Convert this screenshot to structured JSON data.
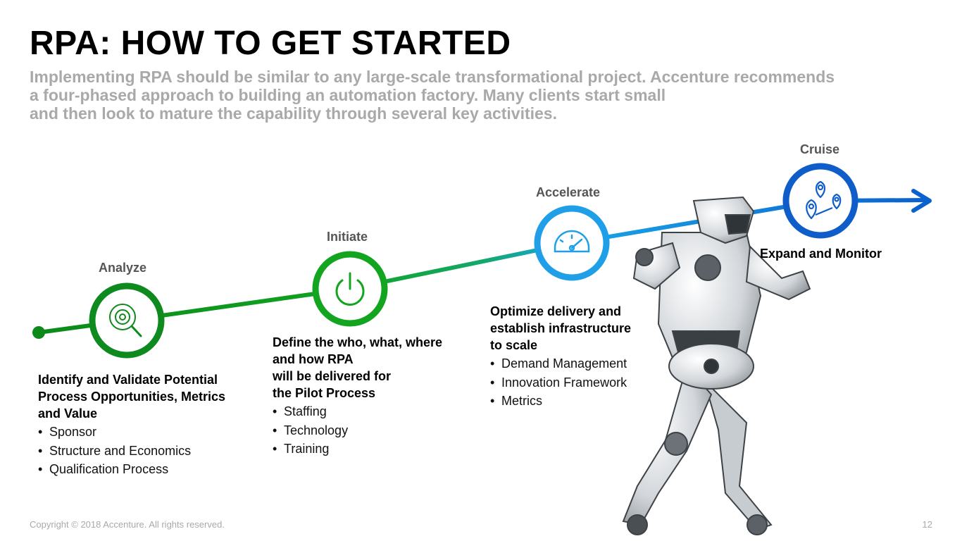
{
  "slide": {
    "title": "RPA:  HOW TO GET STARTED",
    "subtitle_lines": [
      "Implementing RPA should be similar to any large-scale transformational project.  Accenture recommends",
      "a four-phased approach to building an automation factory. Many clients start small",
      "and then look to mature the capability through several key activities."
    ]
  },
  "phases": [
    {
      "label": "Analyze",
      "icon": "gear-magnifier-icon",
      "color": "#0f8a1e",
      "title_lines": [
        "Identify and Validate Potential",
        "Process Opportunities, Metrics",
        "and Value"
      ],
      "bullets": [
        "Sponsor",
        "Structure and Economics",
        "Qualification Process"
      ]
    },
    {
      "label": "Initiate",
      "icon": "power-icon",
      "color": "#13a520",
      "title_lines": [
        "Define the who, what, where",
        "and how RPA",
        "will be delivered for",
        "the Pilot Process"
      ],
      "bullets": [
        "Staffing",
        "Technology",
        "Training"
      ]
    },
    {
      "label": "Accelerate",
      "icon": "speedometer-icon",
      "color": "#1e9fe8",
      "title_lines": [
        "Optimize delivery and",
        "establish infrastructure",
        "to scale"
      ],
      "bullets": [
        "Demand Management",
        "Innovation Framework",
        "Metrics"
      ]
    },
    {
      "label": "Cruise",
      "icon": "map-pins-icon",
      "color": "#0f5dc8",
      "title_lines": [
        "Expand and Monitor"
      ],
      "bullets": []
    }
  ],
  "robot_image": "running-robot-illustration",
  "footer": {
    "copyright": "Copyright © 2018 Accenture. All rights reserved.",
    "page_number": "12"
  },
  "colors": {
    "title": "#000000",
    "subtitle": "#a9a9a9",
    "line_start": "#0b8a1a",
    "line_end": "#0b62cf"
  }
}
